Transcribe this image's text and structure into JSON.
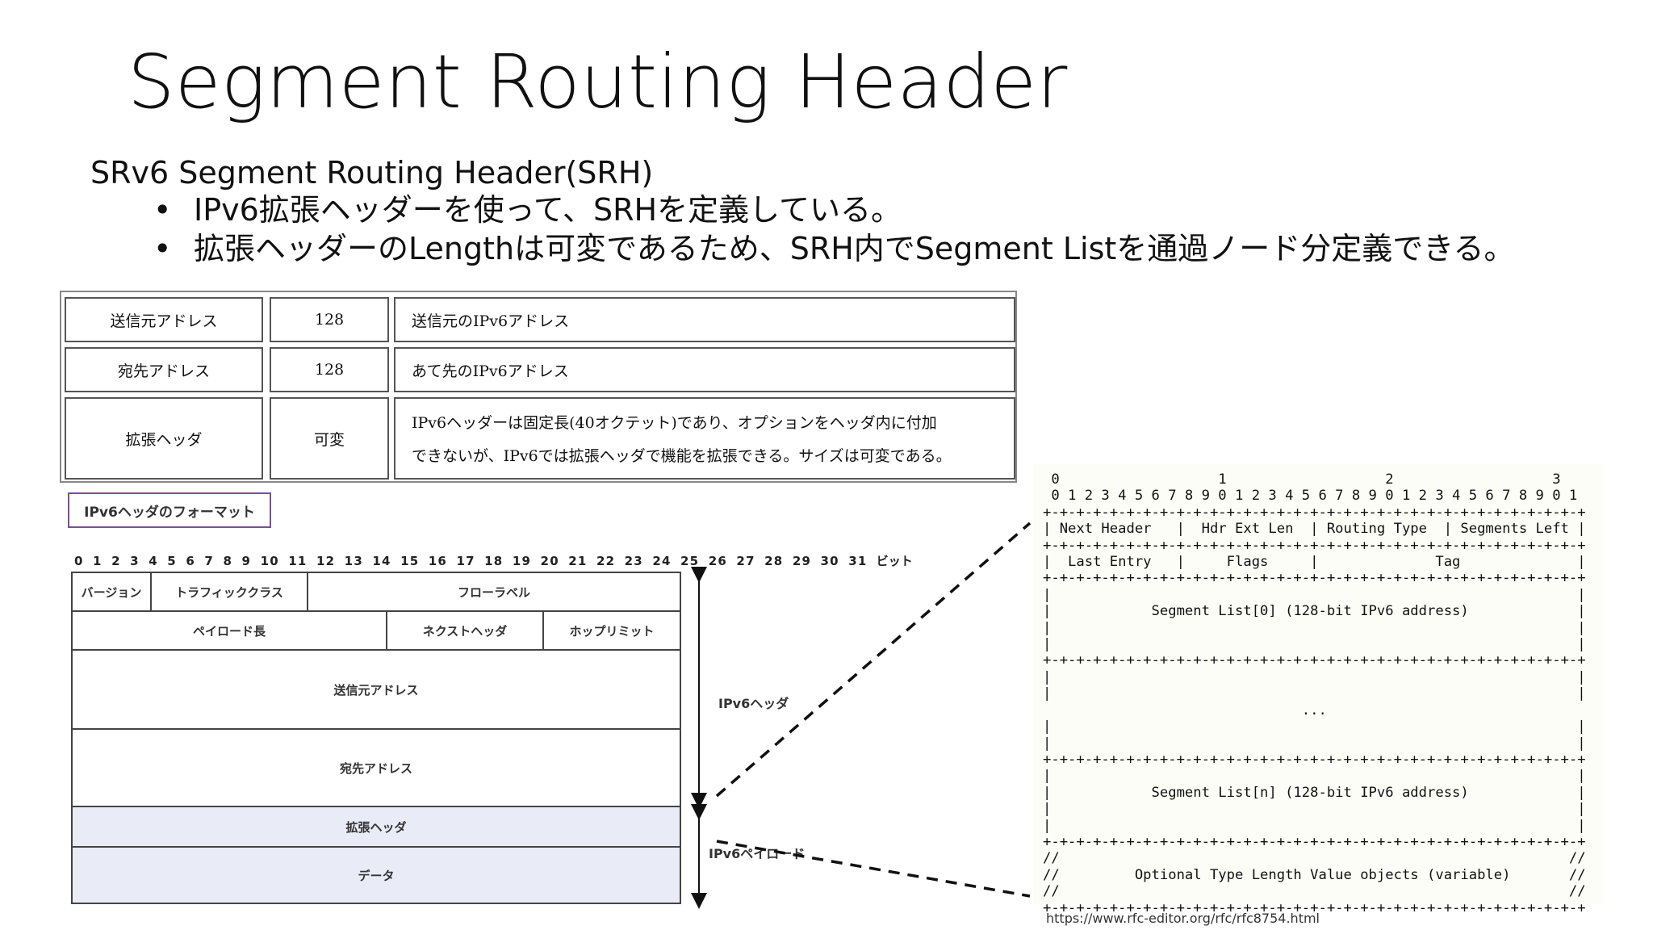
{
  "title": "Segment Routing Header",
  "subtitle": "SRv6 Segment Routing Header(SRH)",
  "bullets": [
    "IPv6拡張ヘッダーを使って、SRHを定義している。",
    "拡張ヘッダーのLengthは可変であるため、SRH内でSegment Listを通過ノード分定義できる。"
  ],
  "table": {
    "rows": [
      {
        "name": "送信元アドレス",
        "bits": "128",
        "desc": [
          "送信元のIPv6アドレス"
        ]
      },
      {
        "name": "宛先アドレス",
        "bits": "128",
        "desc": [
          "あて先のIPv6アドレス"
        ]
      },
      {
        "name": "拡張ヘッダ",
        "bits": "可変",
        "desc": [
          "IPv6ヘッダーは固定長(40オクテット)であり、オプションをヘッダ内に付加",
          "できないが、IPv6では拡張ヘッダで機能を拡張できる。サイズは可変である。"
        ]
      }
    ]
  },
  "ipv6_format": {
    "label": "IPv6ヘッダのフォーマット",
    "bit_unit": "ビット",
    "fields": {
      "version": "バージョン",
      "traffic_class": "トラフィッククラス",
      "flow_label": "フローラベル",
      "payload_length": "ペイロード長",
      "next_header": "ネクストヘッダ",
      "hop_limit": "ホップリミット",
      "source_address": "送信元アドレス",
      "destination_address": "宛先アドレス",
      "extension_header": "拡張ヘッダ",
      "data": "データ"
    },
    "side_labels": {
      "header": "IPv6ヘッダ",
      "payload": "IPv6ペイロード"
    }
  },
  "rfc_diagram": {
    "lines": [
      " 0                   1                   2                   3",
      " 0 1 2 3 4 5 6 7 8 9 0 1 2 3 4 5 6 7 8 9 0 1 2 3 4 5 6 7 8 9 0 1",
      "+-+-+-+-+-+-+-+-+-+-+-+-+-+-+-+-+-+-+-+-+-+-+-+-+-+-+-+-+-+-+-+-+",
      "| Next Header   |  Hdr Ext Len  | Routing Type  | Segments Left |",
      "+-+-+-+-+-+-+-+-+-+-+-+-+-+-+-+-+-+-+-+-+-+-+-+-+-+-+-+-+-+-+-+-+",
      "|  Last Entry   |     Flags     |              Tag              |",
      "+-+-+-+-+-+-+-+-+-+-+-+-+-+-+-+-+-+-+-+-+-+-+-+-+-+-+-+-+-+-+-+-+",
      "|                                                               |",
      "|            Segment List[0] (128-bit IPv6 address)             |",
      "|                                                               |",
      "|                                                               |",
      "+-+-+-+-+-+-+-+-+-+-+-+-+-+-+-+-+-+-+-+-+-+-+-+-+-+-+-+-+-+-+-+-+",
      "|                                                               |",
      "|                                                               |",
      "                               ...",
      "|                                                               |",
      "|                                                               |",
      "+-+-+-+-+-+-+-+-+-+-+-+-+-+-+-+-+-+-+-+-+-+-+-+-+-+-+-+-+-+-+-+-+",
      "|                                                               |",
      "|            Segment List[n] (128-bit IPv6 address)             |",
      "|                                                               |",
      "|                                                               |",
      "+-+-+-+-+-+-+-+-+-+-+-+-+-+-+-+-+-+-+-+-+-+-+-+-+-+-+-+-+-+-+-+-+",
      "//                                                             //",
      "//         Optional Type Length Value objects (variable)       //",
      "//                                                             //",
      "+-+-+-+-+-+-+-+-+-+-+-+-+-+-+-+-+-+-+-+-+-+-+-+-+-+-+-+-+-+-+-+-+"
    ],
    "source_url": "https://www.rfc-editor.org/rfc/rfc8754.html"
  }
}
